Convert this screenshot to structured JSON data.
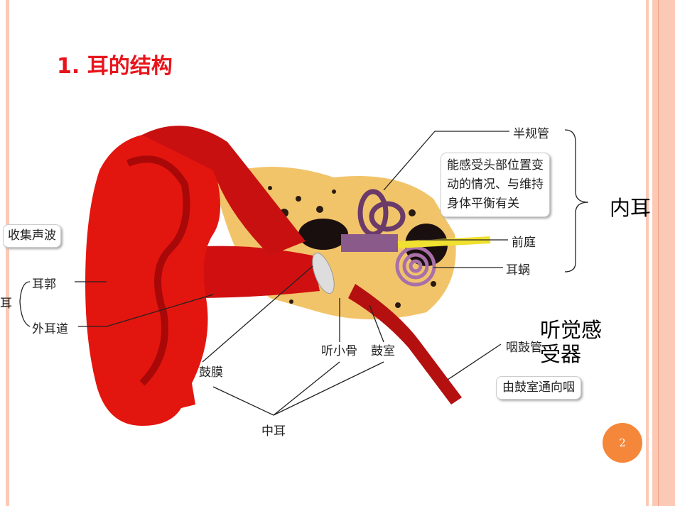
{
  "title": "1. 耳的结构",
  "page_number": "2",
  "colors": {
    "title": "#e8141c",
    "accent_stripe": "#fbc9b5",
    "page_badge": "#f5873a"
  },
  "labels": {
    "semicircular_canals": "半规管",
    "semicircular_note": [
      "能感受头部位置变",
      "动的情况、与维持",
      "身体平衡有关"
    ],
    "vestibule": "前庭",
    "cochlea": "耳蜗",
    "inner_ear": "内耳",
    "collect_sound": "收集声波",
    "outer_ear": "耳",
    "auricle": "耳郭",
    "ear_canal": "外耳道",
    "ossicles": "听小骨",
    "tympanic_cavity": "鼓室",
    "eardrum": "鼓膜",
    "middle_ear": "中耳",
    "eustachian_tube": "咽鼓管",
    "eustachian_note": "由鼓室通向咽",
    "auditory_receptor": [
      "听觉感",
      "受器"
    ]
  }
}
